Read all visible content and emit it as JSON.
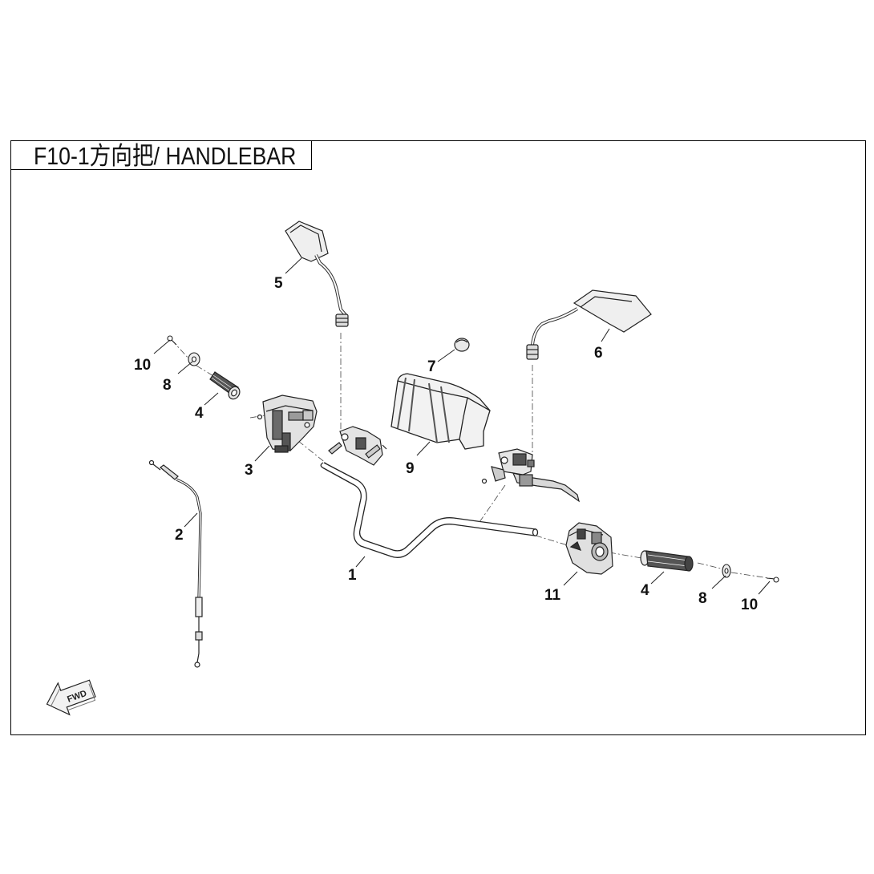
{
  "title": "F10-1方向把/ HANDLEBAR",
  "callouts": [
    {
      "id": "1",
      "label": "1"
    },
    {
      "id": "2",
      "label": "2"
    },
    {
      "id": "3",
      "label": "3"
    },
    {
      "id": "4a",
      "label": "4"
    },
    {
      "id": "4b",
      "label": "4"
    },
    {
      "id": "5",
      "label": "5"
    },
    {
      "id": "6",
      "label": "6"
    },
    {
      "id": "7",
      "label": "7"
    },
    {
      "id": "8a",
      "label": "8"
    },
    {
      "id": "8b",
      "label": "8"
    },
    {
      "id": "9",
      "label": "9"
    },
    {
      "id": "10a",
      "label": "10"
    },
    {
      "id": "10b",
      "label": "10"
    },
    {
      "id": "11",
      "label": "11"
    }
  ],
  "fwd_label": "FWD",
  "colors": {
    "line": "#222222",
    "fill_dark": "#555555",
    "fill_light": "#e6e6e6",
    "frame": "#000000"
  }
}
